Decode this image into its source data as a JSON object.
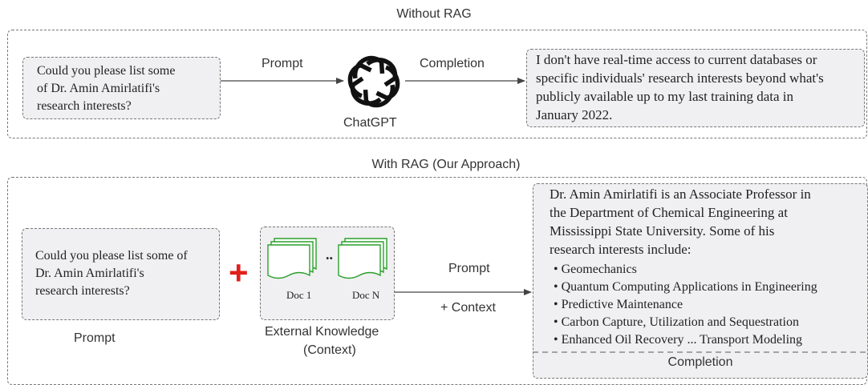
{
  "without_rag": {
    "title": "Without RAG",
    "question": "Could you please list some\nof Dr. Amin Amirlatifi's\nresearch interests?",
    "prompt_label": "Prompt",
    "model_label": "ChatGPT",
    "completion_label": "Completion",
    "answer": "I don't have real-time access to current databases or\nspecific individuals' research interests beyond what's\npublicly available up to my last training data in\nJanuary 2022."
  },
  "with_rag": {
    "title": "With RAG (Our Approach)",
    "question": "Could you please list some of\nDr. Amin Amirlatifi's\nresearch interests?",
    "question_caption": "Prompt",
    "plus_symbol": "+",
    "doc1_label": "Doc 1",
    "docn_label": "Doc N",
    "ellipsis": "..",
    "knowledge_caption_line1": "External Knowledge",
    "knowledge_caption_line2": "(Context)",
    "prompt_label": "Prompt",
    "context_label": "+ Context",
    "answer_intro": "Dr. Amin Amirlatifi is an Associate Professor in\nthe Department of Chemical Engineering at\nMississippi State University. Some of his\nresearch interests include:",
    "answer_items": [
      "Geomechanics",
      "Quantum Computing Applications in Engineering",
      "Predictive Maintenance",
      "Carbon Capture, Utilization and Sequestration",
      "Enhanced Oil Recovery ... Transport Modeling"
    ],
    "completion_label": "Completion"
  },
  "colors": {
    "plus": "#e0201b",
    "doc_stroke": "#2aa02a",
    "box_fill": "#f0f0f2",
    "border": "#777777",
    "arrow": "#444444"
  },
  "icons": [
    "openai-logo-icon",
    "document-stack-icon"
  ]
}
